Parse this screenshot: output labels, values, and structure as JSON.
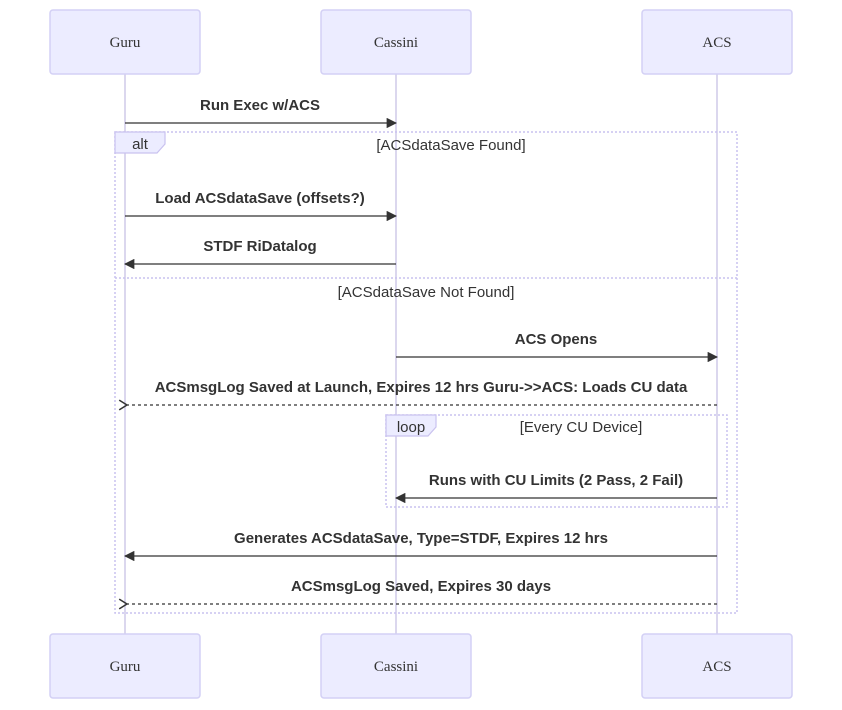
{
  "actors": [
    {
      "id": "guru",
      "label": "Guru"
    },
    {
      "id": "cassini",
      "label": "Cassini"
    },
    {
      "id": "acs",
      "label": "ACS"
    }
  ],
  "messages": [
    {
      "id": "m1",
      "label": "Run Exec w/ACS",
      "from": "guru",
      "to": "cassini",
      "style": "solid"
    },
    {
      "id": "m2",
      "label": "Load ACSdataSave (offsets?)",
      "from": "guru",
      "to": "cassini",
      "style": "solid"
    },
    {
      "id": "m3",
      "label": "STDF RiDatalog",
      "from": "cassini",
      "to": "guru",
      "style": "solid"
    },
    {
      "id": "m4",
      "label": "ACS Opens",
      "from": "cassini",
      "to": "acs",
      "style": "solid"
    },
    {
      "id": "m5",
      "label": "ACSmsgLog Saved at Launch, Expires 12 hrs Guru->>ACS: Loads CU data",
      "from": "acs",
      "to": "guru",
      "style": "dashed"
    },
    {
      "id": "m6",
      "label": "Runs with CU Limits (2 Pass, 2 Fail)",
      "from": "acs",
      "to": "cassini",
      "style": "solid"
    },
    {
      "id": "m7",
      "label": "Generates ACSdataSave, Type=STDF, Expires 12 hrs",
      "from": "acs",
      "to": "guru",
      "style": "solid"
    },
    {
      "id": "m8",
      "label": "ACSmsgLog Saved, Expires 30 days",
      "from": "acs",
      "to": "guru",
      "style": "dashed"
    }
  ],
  "frames": {
    "alt": {
      "tag": "alt",
      "condition": "[ACSdataSave Found]",
      "else_condition": "[ACSdataSave Not Found]"
    },
    "loop": {
      "tag": "loop",
      "condition": "[Every CU Device]"
    }
  }
}
